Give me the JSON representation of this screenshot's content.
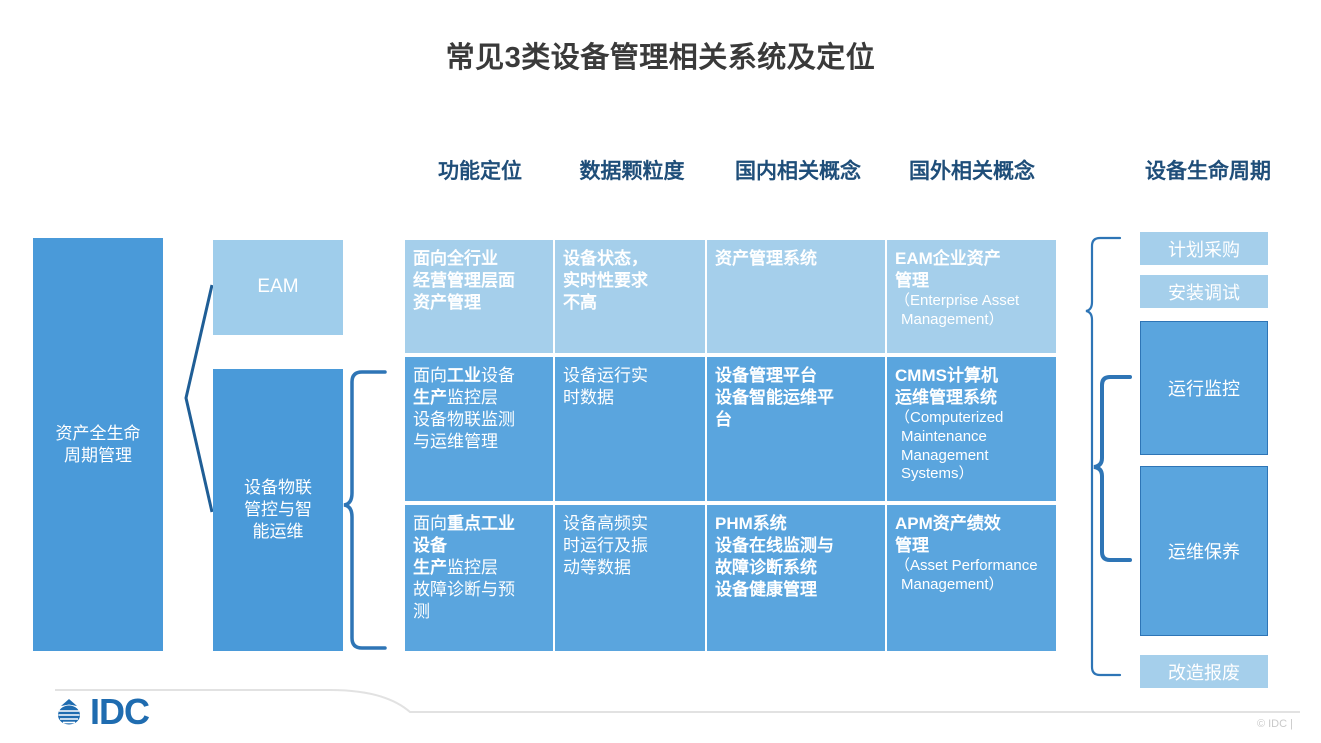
{
  "title": "常见3类设备管理相关系统及定位",
  "column_headers": [
    {
      "key": "function",
      "label": "功能定位"
    },
    {
      "key": "granularity",
      "label": "数据颗粒度"
    },
    {
      "key": "domestic",
      "label": "国内相关概念"
    },
    {
      "key": "foreign",
      "label": "国外相关概念"
    },
    {
      "key": "lifecycle",
      "label": "设备生命周期"
    }
  ],
  "left": {
    "main": "资产全生命\n周期管理",
    "eam": "EAM",
    "iot": "设备物联\n管控与智\n能运维"
  },
  "matrix": {
    "rows": [
      {
        "style": "light",
        "function": {
          "parts": [
            {
              "t": "面向全行业",
              "b": true
            },
            {
              "t": "经营管理层面",
              "b": true
            },
            {
              "t": "资产管理",
              "b": true
            }
          ]
        },
        "granularity": {
          "parts": [
            {
              "t": "设备状态，",
              "b": true
            },
            {
              "t": "实时性要求",
              "b": true
            },
            {
              "t": "不高",
              "b": true
            }
          ]
        },
        "domestic": {
          "parts": [
            {
              "t": "资产管理系统",
              "b": true
            }
          ]
        },
        "foreign": {
          "parts": [
            {
              "t": "EAM企业资产",
              "b": true
            },
            {
              "t": "管理",
              "b": true
            }
          ],
          "en": "（Enterprise Asset Management）"
        }
      },
      {
        "style": "mid",
        "function": {
          "parts": [
            {
              "t": "面向",
              "b": false
            },
            {
              "t": "工业",
              "b": true
            },
            {
              "t": "设备",
              "b": false
            },
            {
              "t": "|生产",
              "b": true
            },
            {
              "t": "监控层",
              "b": false
            },
            {
              "t": "|设备物联监测",
              "b": false
            },
            {
              "t": "与运维管理",
              "b": false
            }
          ]
        },
        "granularity": {
          "parts": [
            {
              "t": "设备运行实",
              "b": false
            },
            {
              "t": "时数据",
              "b": false
            }
          ]
        },
        "domestic": {
          "parts": [
            {
              "t": "设备管理平台",
              "b": true
            },
            {
              "t": "设备智能运维平",
              "b": true
            },
            {
              "t": "台",
              "b": true
            }
          ]
        },
        "foreign": {
          "parts": [
            {
              "t": "CMMS计算机",
              "b": true
            },
            {
              "t": "运维管理系统",
              "b": true
            }
          ],
          "en": "（Computerized Maintenance Management Systems）"
        }
      },
      {
        "style": "mid",
        "function": {
          "parts": [
            {
              "t": "面向",
              "b": false
            },
            {
              "t": "重点工业",
              "b": true
            },
            {
              "t": "|设备",
              "b": true
            },
            {
              "t": "|生产",
              "b": true
            },
            {
              "t": "监控层",
              "b": false
            },
            {
              "t": "|故障诊断与预",
              "b": false
            },
            {
              "t": "测",
              "b": false
            }
          ]
        },
        "granularity": {
          "parts": [
            {
              "t": "设备高频实",
              "b": false
            },
            {
              "t": "时运行及振",
              "b": false
            },
            {
              "t": "动等数据",
              "b": false
            }
          ]
        },
        "domestic": {
          "parts": [
            {
              "t": "PHM系统",
              "b": true
            },
            {
              "t": "设备在线监测与",
              "b": true
            },
            {
              "t": "故障诊断系统",
              "b": true
            },
            {
              "t": "设备健康管理",
              "b": true
            }
          ]
        },
        "foreign": {
          "parts": [
            {
              "t": "APM资产绩效",
              "b": true
            },
            {
              "t": "管理",
              "b": true
            }
          ],
          "en": "（Asset Performance Management）"
        }
      }
    ],
    "row_text": {
      "r0c0": "面向全行业\n经营管理层面\n资产管理",
      "r0c1": "设备状态，\n实时性要求\n不高",
      "r0c2": "资产管理系统",
      "r0c3_cn": "EAM企业资产\n管理",
      "r0c3_en": "（Enterprise Asset Management）",
      "r1c1": "设备运行实\n时数据",
      "r1c2": "设备管理平台\n设备智能运维平\n台",
      "r1c3_cn": "CMMS计算机\n运维管理系统",
      "r1c3_en": "（Computerized Maintenance Management Systems）",
      "r2c1": "设备高频实\n时运行及振\n动等数据",
      "r2c2": "PHM系统\n设备在线监测与\n故障诊断系统\n设备健康管理",
      "r2c3_cn": "APM资产绩效\n管理",
      "r2c3_en": "（Asset Performance Management）"
    }
  },
  "lifecycle": [
    {
      "label": "计划采购",
      "style": "light"
    },
    {
      "label": "安装调试",
      "style": "light"
    },
    {
      "label": "运行监控",
      "style": "mid"
    },
    {
      "label": "运维保养",
      "style": "mid"
    },
    {
      "label": "改造报废",
      "style": "light"
    }
  ],
  "footer": {
    "logo_text": "IDC",
    "copyright": "© IDC |"
  },
  "colors": {
    "accent_dark": "#1f4e79",
    "blue_mid": "#5aa5de",
    "blue_light": "#a5cfeb",
    "connector": "#2e75b6",
    "title_text": "#3a3a3a"
  }
}
